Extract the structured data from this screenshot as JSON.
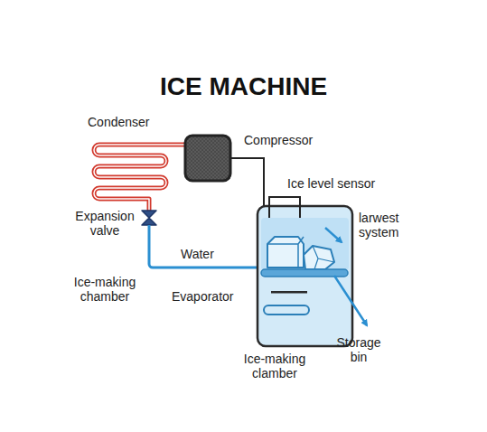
{
  "diagram": {
    "title": "ICE MACHINE",
    "labels": [
      "Condenser",
      "Compressor",
      "Ice level sensor",
      "larwest system",
      "Expansion valve",
      "Water",
      "Ice-making chamber",
      "Evaporator",
      "Storage bin",
      "Ice-making clamber"
    ]
  }
}
